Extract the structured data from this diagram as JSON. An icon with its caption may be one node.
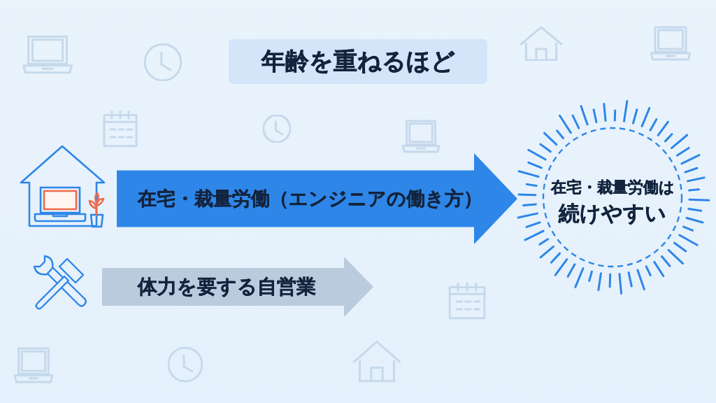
{
  "diagram": {
    "title": "年齢を重ねるほど",
    "nodes": [
      {
        "text": [],
        "shape": "picture"
      },
      {
        "text": [
          "在宅・裁量労働は",
          "続けやすい"
        ]
      },
      {
        "text": [],
        "shape": "picture"
      }
    ],
    "edges": [
      {
        "from": 0,
        "to": 1,
        "arrow": "to",
        "label": "在宅・裁量労働（エンジニアの働き方）",
        "style": "thick",
        "color": "#2e86e8"
      },
      {
        "from": 2,
        "to": null,
        "arrow": "to",
        "label": "体力を要する自営業",
        "style": "thick",
        "color": "#b9cbdd"
      }
    ]
  }
}
